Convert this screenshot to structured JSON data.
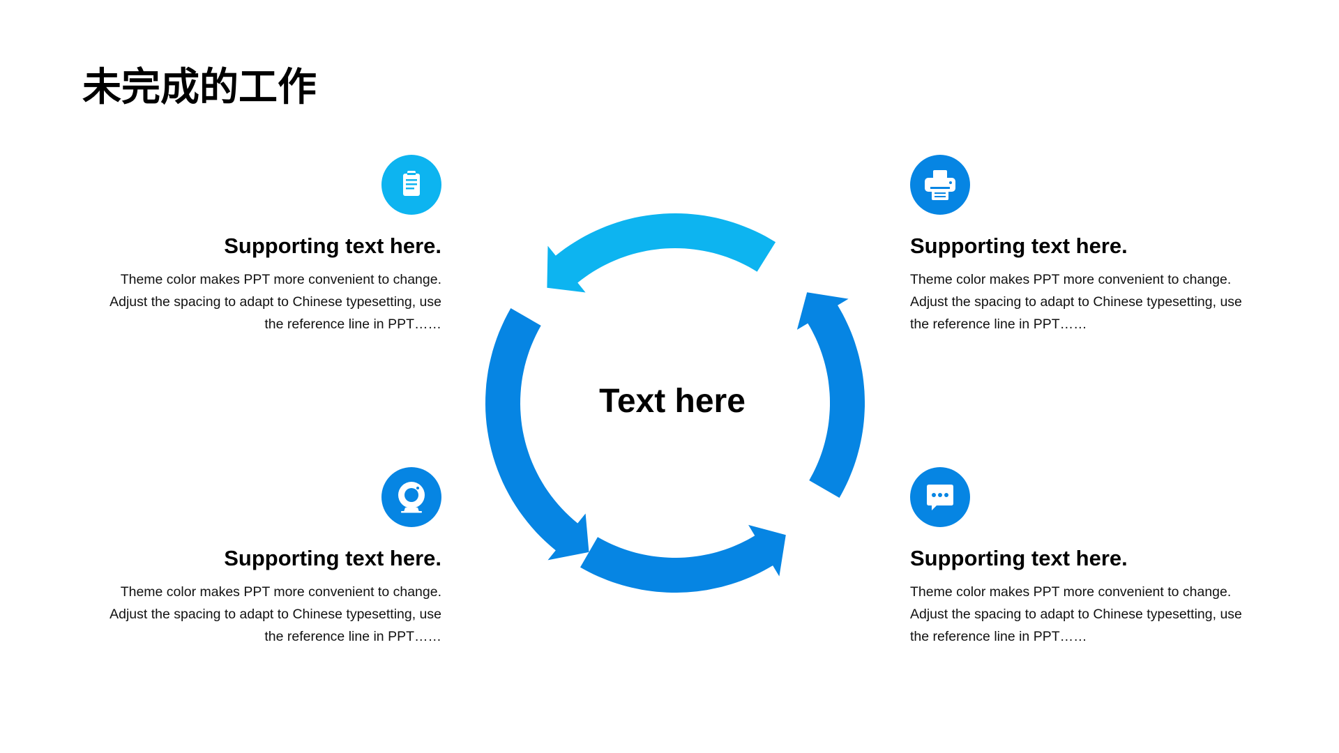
{
  "title": "未完成的工作",
  "center_text": "Text here",
  "colors": {
    "light_blue": "#0DB4F0",
    "blue": "#0685E3",
    "text": "#000000",
    "background": "#FFFFFF"
  },
  "items": [
    {
      "position": "top-left",
      "icon": "clipboard-icon",
      "icon_color": "#0DB4F0",
      "heading": "Supporting text here.",
      "body": "Theme color makes PPT more convenient to change. Adjust the spacing to adapt to Chinese typesetting, use the reference line in PPT……"
    },
    {
      "position": "top-right",
      "icon": "printer-icon",
      "icon_color": "#0685E3",
      "heading": "Supporting text here.",
      "body": "Theme color makes PPT more convenient to change. Adjust the spacing to adapt to Chinese typesetting, use the reference line in PPT……"
    },
    {
      "position": "bottom-left",
      "icon": "webcam-icon",
      "icon_color": "#0685E3",
      "heading": "Supporting text here.",
      "body": "Theme color makes PPT more convenient to change. Adjust the spacing to adapt to Chinese typesetting, use the reference line in PPT……"
    },
    {
      "position": "bottom-right",
      "icon": "chat-bubble-icon",
      "icon_color": "#0685E3",
      "heading": "Supporting text here.",
      "body": "Theme color makes PPT more convenient to change. Adjust the spacing to adapt to Chinese typesetting, use the reference line in PPT……"
    }
  ],
  "cycle_arrows": [
    {
      "segment": "top",
      "direction": "counter-clockwise",
      "color": "#0DB4F0"
    },
    {
      "segment": "left",
      "direction": "counter-clockwise",
      "color": "#0685E3"
    },
    {
      "segment": "bottom",
      "direction": "counter-clockwise",
      "color": "#0685E3"
    },
    {
      "segment": "right",
      "direction": "counter-clockwise",
      "color": "#0685E3"
    }
  ]
}
